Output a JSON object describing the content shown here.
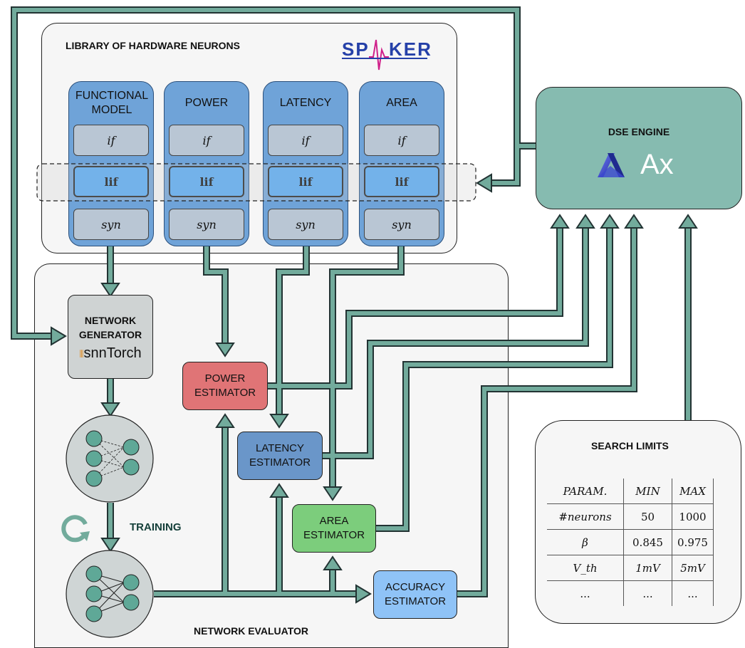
{
  "library": {
    "title": "LIBRARY OF HARDWARE NEURONS",
    "logo_text": "SP KER",
    "columns": [
      {
        "label": "FUNCTIONAL MODEL",
        "cells": [
          "if",
          "lif",
          "syn"
        ]
      },
      {
        "label": "POWER",
        "cells": [
          "if",
          "lif",
          "syn"
        ]
      },
      {
        "label": "LATENCY",
        "cells": [
          "if",
          "lif",
          "syn"
        ]
      },
      {
        "label": "AREA",
        "cells": [
          "if",
          "lif",
          "syn"
        ]
      }
    ]
  },
  "dse": {
    "title": "DSE ENGINE",
    "logo_text": "Ax"
  },
  "evaluator": {
    "title": "NETWORK EVALUATOR"
  },
  "network_generator": {
    "title": "NETWORK GENERATOR",
    "logo_text": "snnTorch"
  },
  "training_label": "TRAINING",
  "estimators": {
    "power": "POWER ESTIMATOR",
    "latency": "LATENCY ESTIMATOR",
    "area": "AREA ESTIMATOR",
    "accuracy": "ACCURACY ESTIMATOR"
  },
  "search_limits": {
    "title": "SEARCH LIMITS",
    "headers": [
      "PARAM.",
      "MIN",
      "MAX"
    ],
    "rows": [
      [
        "#neurons",
        "50",
        "1000"
      ],
      [
        "β",
        "0.845",
        "0.975"
      ],
      [
        "V_th",
        "1mV",
        "5mV"
      ],
      [
        "...",
        "...",
        "..."
      ]
    ]
  },
  "colors": {
    "wire": "#72ab9c",
    "power_box": "#e07476",
    "latency_box": "#6a96c9",
    "area_box": "#7ccd7c",
    "accuracy_box": "#8fc3f7",
    "dse_box": "#86bbb0",
    "column": "#6fa3d8"
  }
}
